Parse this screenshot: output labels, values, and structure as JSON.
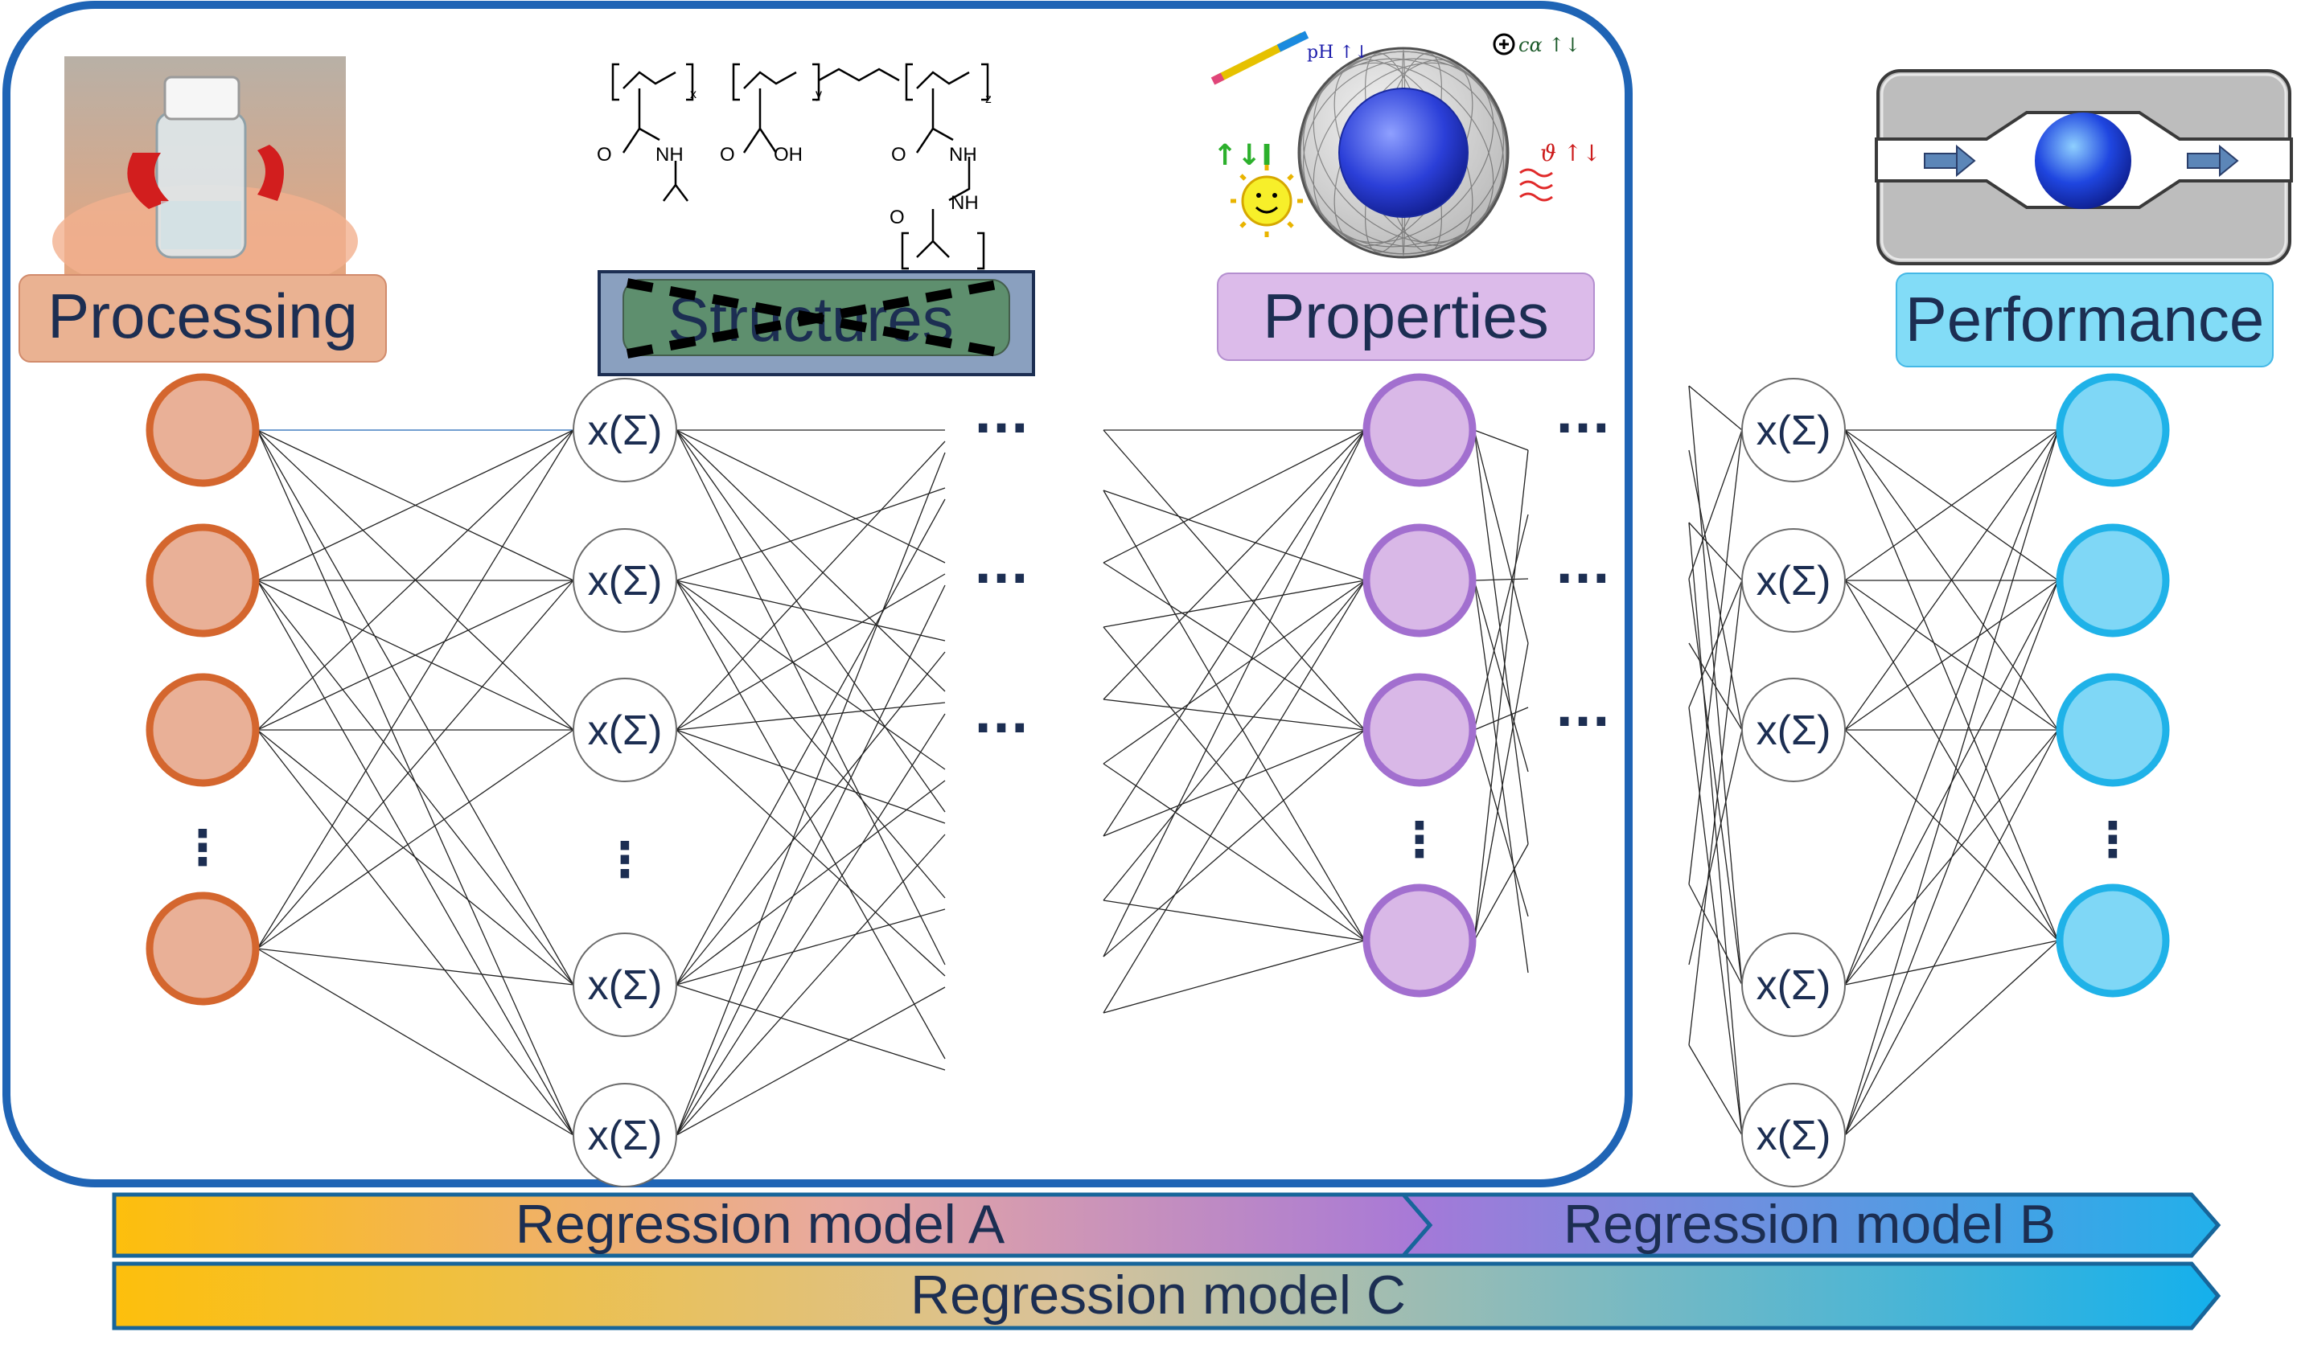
{
  "stages": {
    "processing": "Processing",
    "structures": "Structures",
    "properties": "Properties",
    "performance": "Performance"
  },
  "node_label": "x(Σ)",
  "ellipsis": "···",
  "vellipsis": "⋮",
  "regression": {
    "a": "Regression model A",
    "b": "Regression model B",
    "c": "Regression model C"
  },
  "chemistry": {
    "x": "x",
    "y": "y",
    "z": "z",
    "nh": "NH",
    "o": "O",
    "oh": "OH"
  },
  "properties_icons": {
    "ph": "pH ↑↓",
    "c": "cα ↑↓",
    "theta": "ϑ ↑↓",
    "light": "↑↓I"
  },
  "colors": {
    "frame": "#1f64b5",
    "processing_node": "#e9b097",
    "processing_stroke": "#d4662e",
    "properties_node": "#d9b8e7",
    "properties_stroke": "#a26fcf",
    "performance_node": "#7fd7f6",
    "performance_stroke": "#1fb2e8"
  }
}
